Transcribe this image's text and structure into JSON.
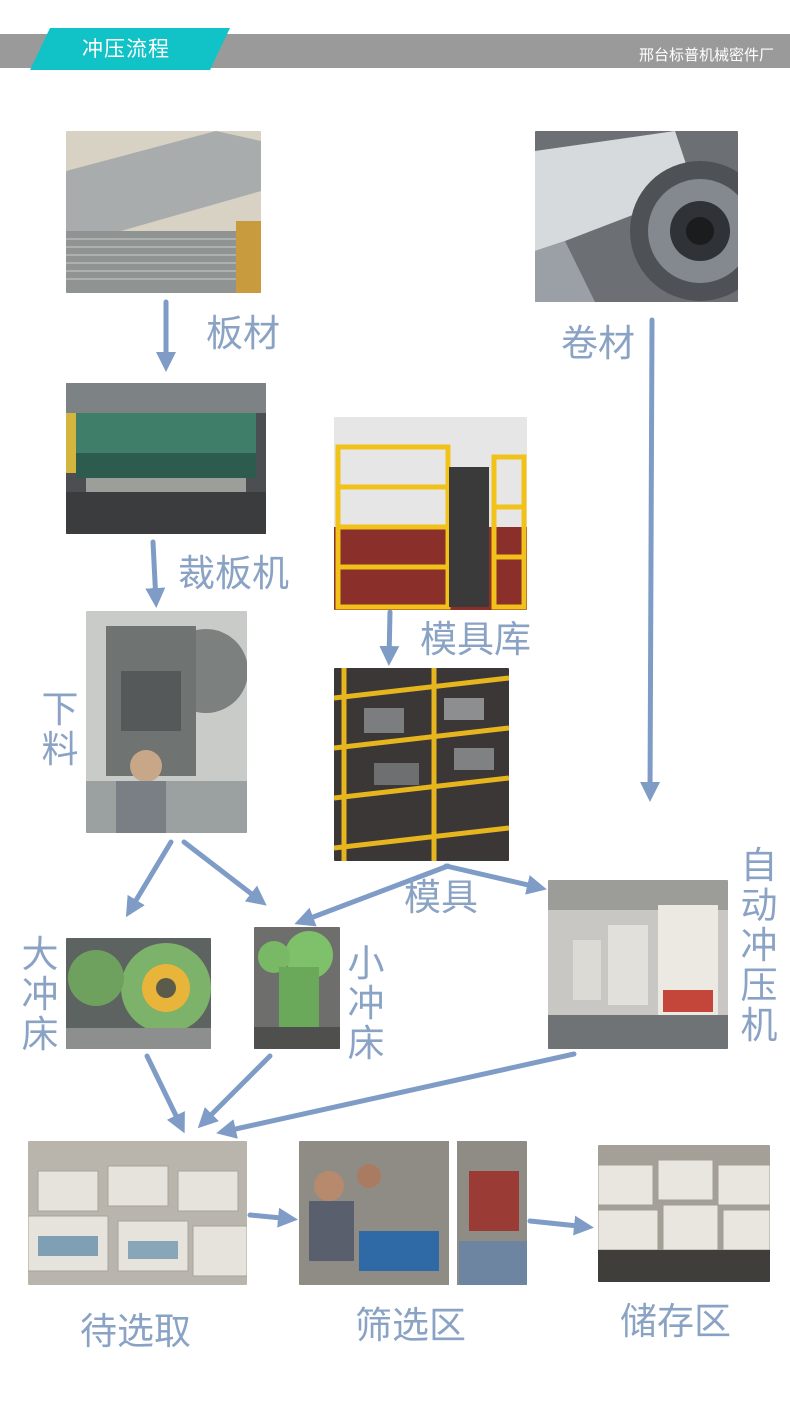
{
  "header": {
    "title": "冲压流程",
    "company": "邢台标普机械密件厂"
  },
  "labels": {
    "plate": "板材",
    "coil": "卷材",
    "shear": "裁板机",
    "mold_storage": "模具库",
    "blanking": "下料",
    "mold": "模具",
    "big_press": "大冲床",
    "small_press": "小冲床",
    "auto_press": "自动冲压机",
    "waiting": "待选取",
    "screening": "筛选区",
    "storage": "储存区"
  },
  "colors": {
    "accent": "#11c3c7",
    "header_bar": "#9a9a9a",
    "arrow": "#7f9cc6",
    "label": "#8aa3c4"
  }
}
